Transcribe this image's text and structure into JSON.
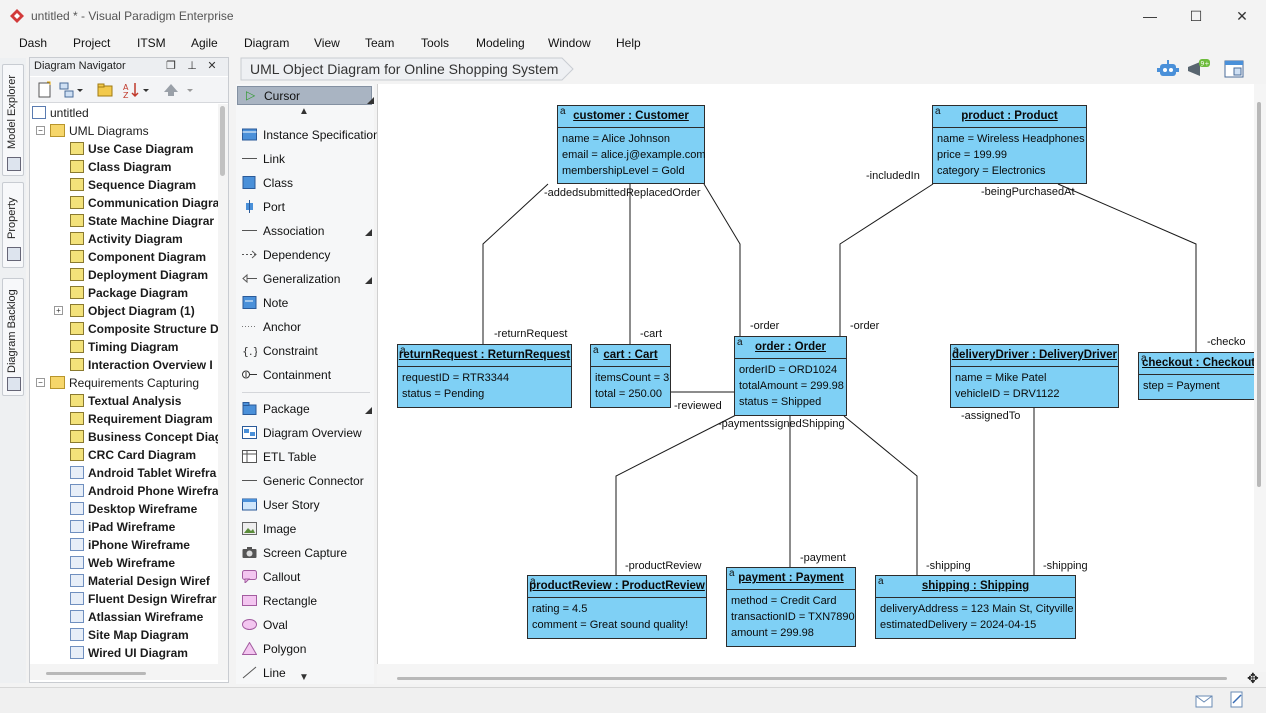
{
  "window": {
    "title": "untitled * - Visual Paradigm Enterprise",
    "minimize": "—",
    "maximize": "☐",
    "close": "✕"
  },
  "menu": [
    "Dash",
    "Project",
    "ITSM",
    "Agile",
    "Diagram",
    "View",
    "Team",
    "Tools",
    "Modeling",
    "Window",
    "Help"
  ],
  "side_tabs": [
    "Model Explorer",
    "Property",
    "Diagram Backlog"
  ],
  "navigator": {
    "title": "Diagram Navigator",
    "root": "untitled",
    "groups": [
      {
        "label": "UML Diagrams",
        "items": [
          "Use Case Diagram",
          "Class Diagram",
          "Sequence Diagram",
          "Communication Diagra",
          "State Machine Diagrar",
          "Activity Diagram",
          "Component Diagram",
          "Deployment Diagram",
          "Package Diagram",
          "Object Diagram (1)",
          "Composite Structure D",
          "Timing Diagram",
          "Interaction Overview I"
        ]
      },
      {
        "label": "Requirements Capturing",
        "items": [
          "Textual Analysis",
          "Requirement Diagram",
          "Business Concept Diag",
          "CRC Card Diagram",
          "Android Tablet Wirefra",
          "Android Phone Wirefra",
          "Desktop Wireframe",
          "iPad Wireframe",
          "iPhone Wireframe",
          "Web Wireframe",
          "Material Design Wiref",
          "Fluent Design Wirefrar",
          "Atlassian Wireframe",
          "Site Map Diagram",
          "Wired UI Diagram"
        ]
      }
    ]
  },
  "breadcrumb": "UML Object Diagram for Online Shopping System",
  "palette": {
    "cursor": "Cursor",
    "group1": [
      "Instance Specification",
      "Link",
      "Class",
      "Port",
      "Association",
      "Dependency",
      "Generalization",
      "Note",
      "Anchor",
      "Constraint",
      "Containment"
    ],
    "group2": [
      "Package",
      "Diagram Overview",
      "ETL Table",
      "Generic Connector",
      "User Story",
      "Image",
      "Screen Capture",
      "Callout",
      "Rectangle",
      "Oval",
      "Polygon",
      "Line"
    ]
  },
  "diagram": {
    "objects": {
      "customer": {
        "name": "customer : Customer",
        "attrs": [
          "name = Alice Johnson",
          "email = alice.j@example.com",
          "membershipLevel = Gold"
        ]
      },
      "product": {
        "name": "product : Product",
        "attrs": [
          "name = Wireless Headphones",
          "price = 199.99",
          "category = Electronics"
        ]
      },
      "returnRequest": {
        "name": "returnRequest : ReturnRequest",
        "attrs": [
          "requestID = RTR3344",
          "status = Pending"
        ]
      },
      "cart": {
        "name": "cart : Cart",
        "attrs": [
          "itemsCount = 3",
          "total = 250.00"
        ]
      },
      "order": {
        "name": "order : Order",
        "attrs": [
          "orderID = ORD1024",
          "totalAmount = 299.98",
          "status = Shipped"
        ]
      },
      "deliveryDriver": {
        "name": "deliveryDriver : DeliveryDriver",
        "attrs": [
          "name = Mike Patel",
          "vehicleID = DRV1122"
        ]
      },
      "checkout": {
        "name": "checkout : Checkout",
        "attrs": [
          "step = Payment"
        ]
      },
      "productReview": {
        "name": "productReview : ProductReview",
        "attrs": [
          "rating = 4.5",
          "comment = Great sound quality!"
        ]
      },
      "payment": {
        "name": "payment : Payment",
        "attrs": [
          "method = Credit Card",
          "transactionID = TXN7890",
          "amount = 299.98"
        ]
      },
      "shipping": {
        "name": "shipping : Shipping",
        "attrs": [
          "deliveryAddress = 123 Main St, Cityville",
          "estimatedDelivery = 2024-04-15"
        ]
      }
    },
    "roles": {
      "customer_left": "-addedsubmittedReplacedOrder",
      "returnRequest": "-returnRequest",
      "cart": "-cart",
      "order_left": "-order",
      "order_right": "-order",
      "includedIn": "-includedIn",
      "beingPurchasedAt": "-beingPurchasedAt",
      "checkout": "-checko",
      "reviewed": "-reviewed",
      "paymentAssigned": "-paymentssignedShipping",
      "assignedTo": "-assignedTo",
      "productReview": "-productReview",
      "payment": "-payment",
      "shipping1": "-shipping",
      "shipping2": "-shipping"
    },
    "object_glyph": "a"
  },
  "colors": {
    "object_fill": "#7fd0f5",
    "accent_red": "#d23a3a"
  }
}
